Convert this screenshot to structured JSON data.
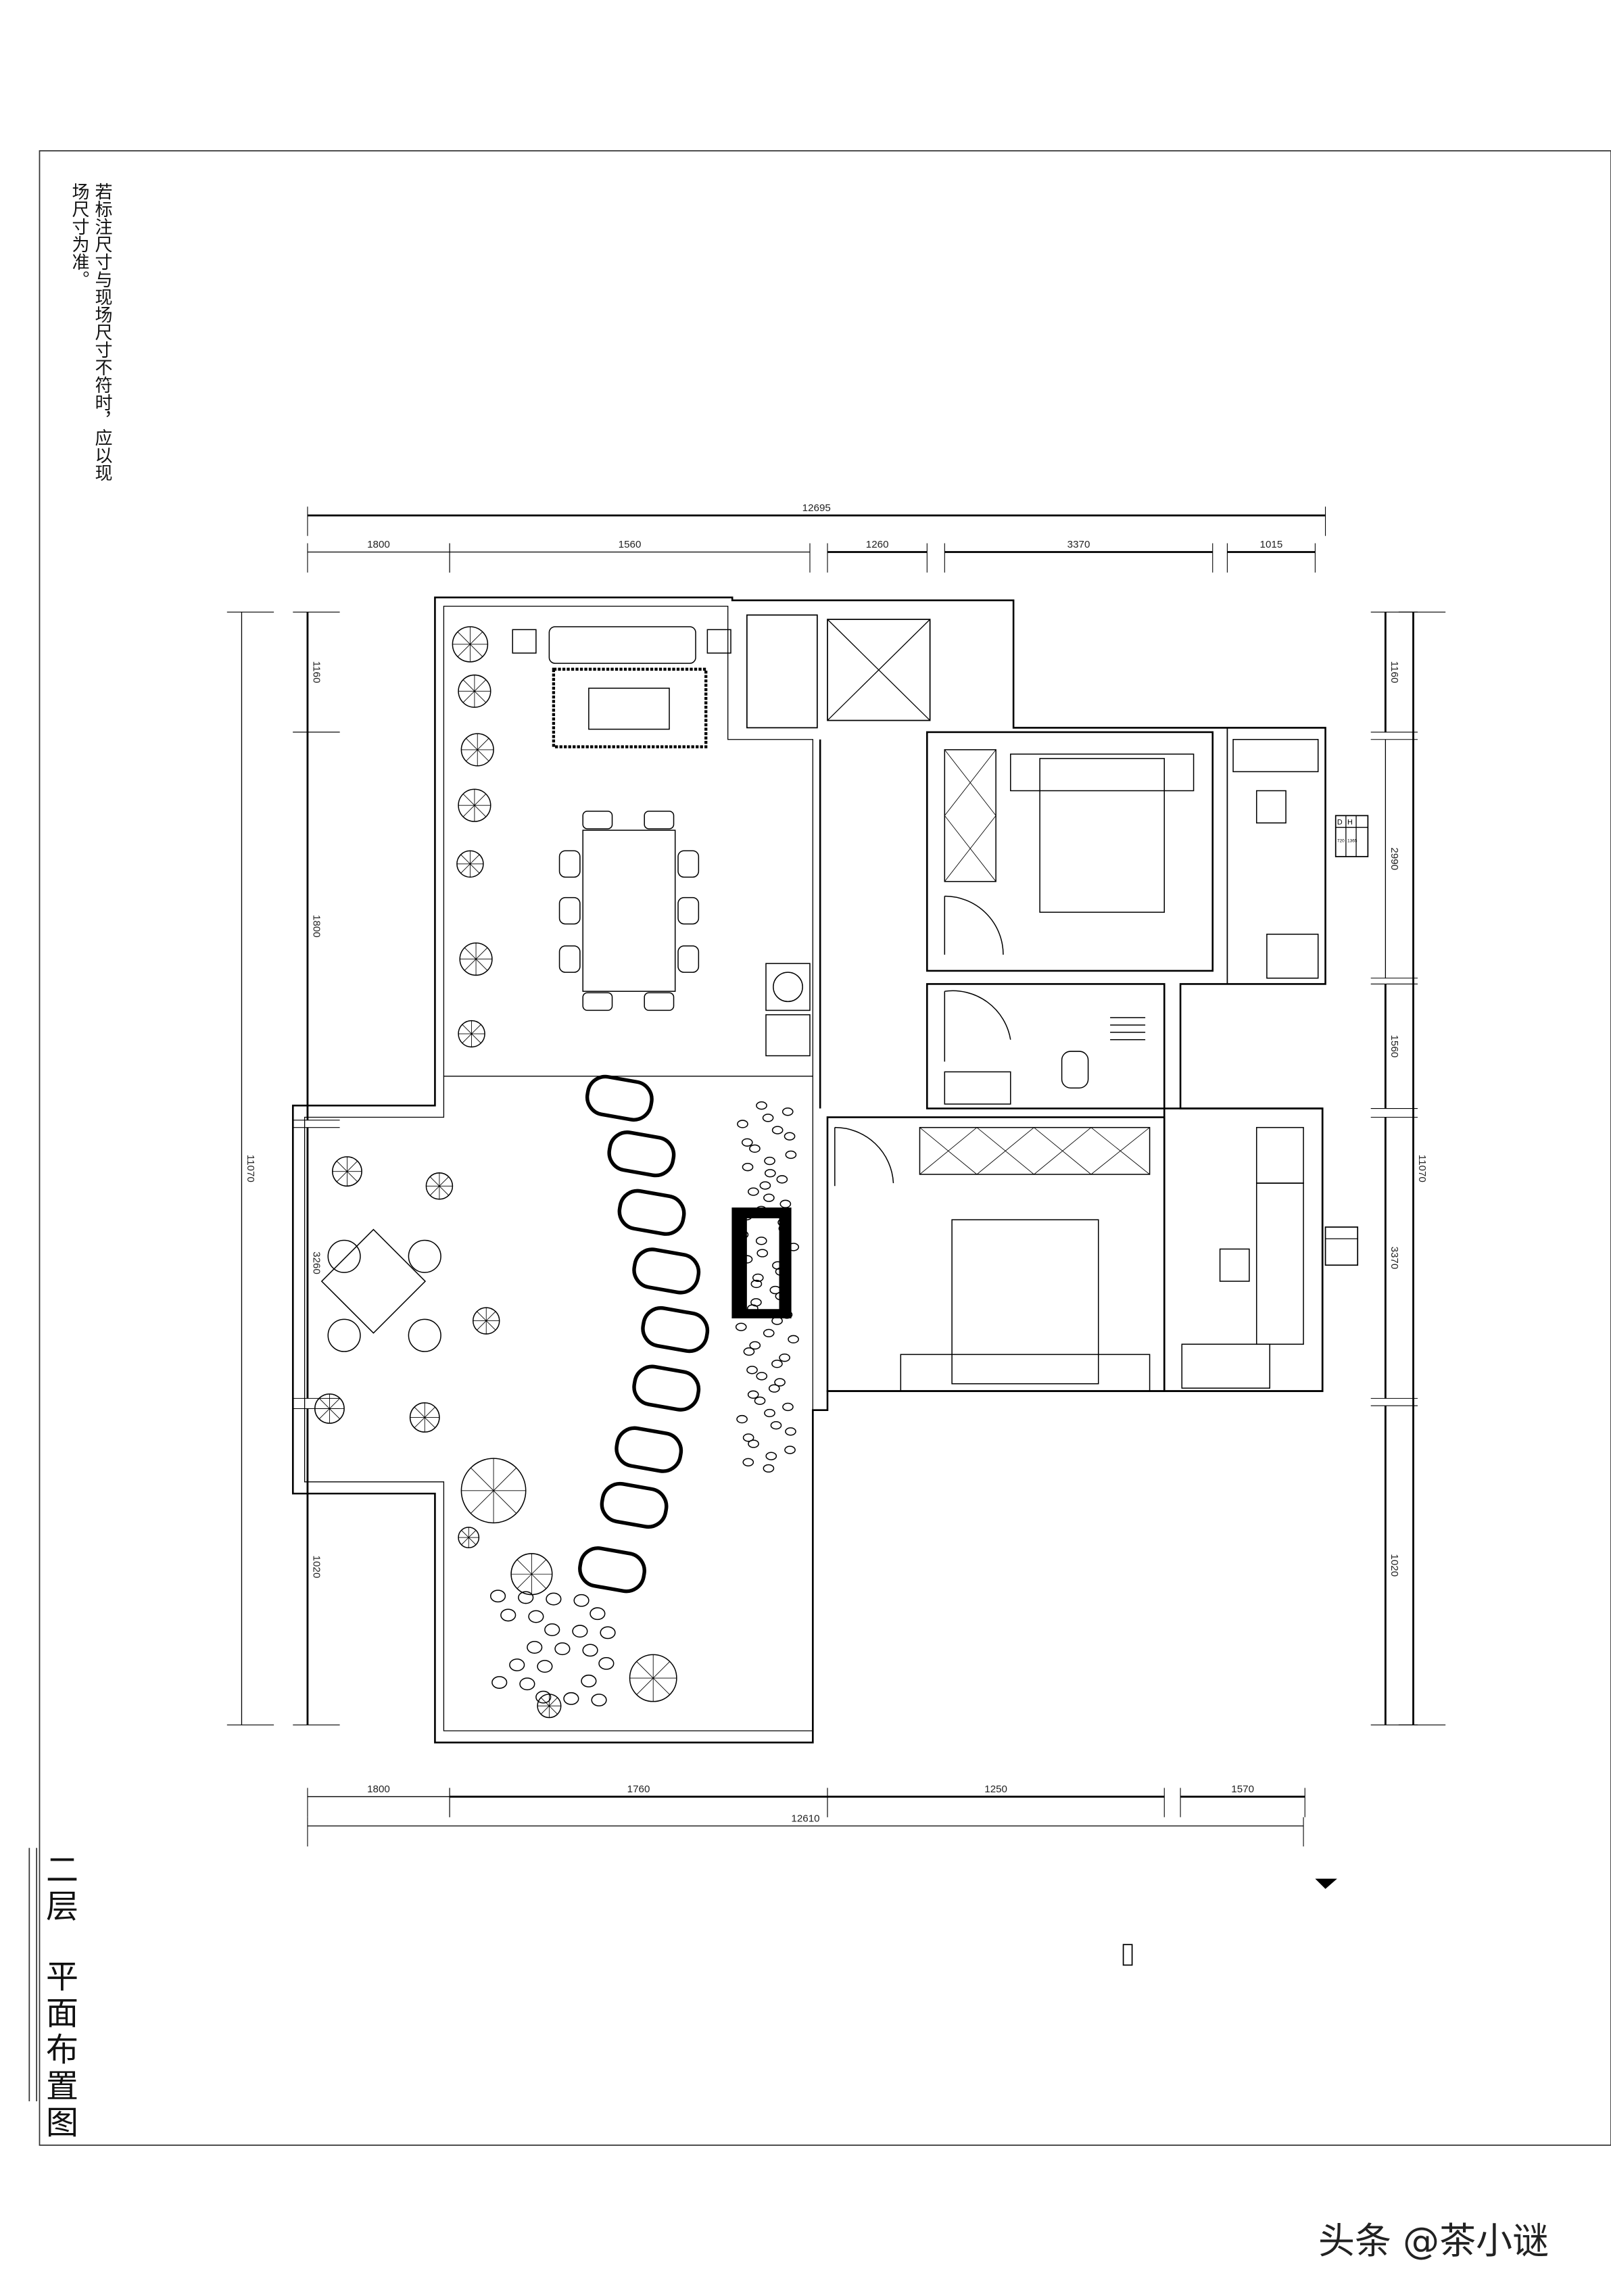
{
  "note": "若标注尺寸与现场尺寸不符时，应以现场尺寸为准。",
  "title": {
    "floor": "二层",
    "name": "平面布置图"
  },
  "watermark": "头条 @茶小谜",
  "dimensions": {
    "top_total": "12695",
    "top_segments": [
      "1800",
      "1560",
      "1260",
      "3370",
      "1015"
    ],
    "bottom_segments": [
      "1800",
      "1760",
      "1250",
      "1570"
    ],
    "bottom_total": "12610",
    "left_total": "11070",
    "left_segments": [
      "1160",
      "1800",
      "3260",
      "1020"
    ],
    "right_segments": [
      "1160",
      "2990",
      "1560",
      "3370",
      "1020"
    ],
    "right_total": "11070"
  },
  "cabinet_tag": {
    "headers": [
      "D",
      "H"
    ],
    "values": [
      "720",
      "1365"
    ]
  }
}
